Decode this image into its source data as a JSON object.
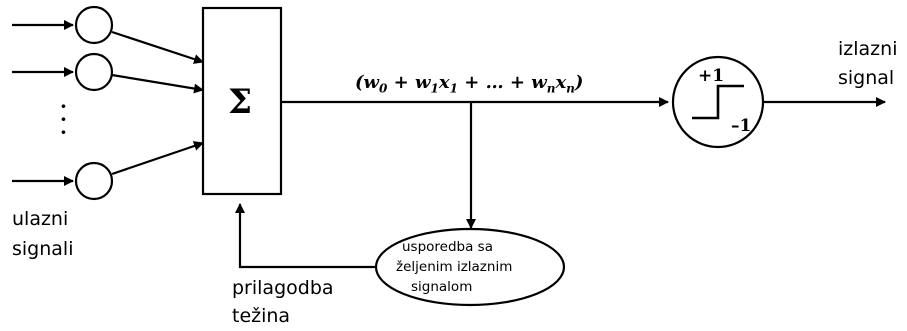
{
  "diagram": {
    "sum_symbol": "Σ",
    "formula": {
      "open": "(",
      "w0": "w",
      "w0_sub": "0",
      "plus1": " + ",
      "w1": "w",
      "w1_sub": "1",
      "x1": "x",
      "x1_sub": "1",
      "ellipsis": " + … + ",
      "wn": "w",
      "wn_sub": "n",
      "xn": "x",
      "xn_sub": "n",
      "close": ")"
    },
    "step_plus": "+1",
    "step_minus": "–1",
    "dots": "·\n·\n·",
    "labels": {
      "inputs_line1": "ulazni",
      "inputs_line2": "signali",
      "output_line1": "izlazni",
      "output_line2": "signal",
      "compare_line1": "usporedba sa",
      "compare_line2": "željenim izlaznim",
      "compare_line3": "signalom",
      "adjust_line1": "prilagodba",
      "adjust_line2": "težina"
    }
  }
}
